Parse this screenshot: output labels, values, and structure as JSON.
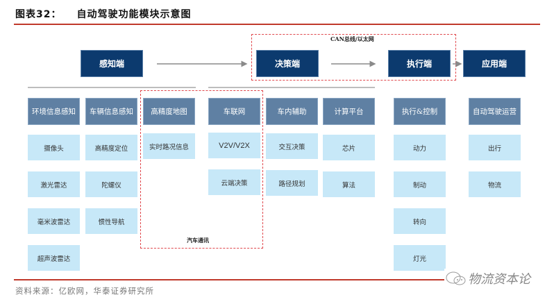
{
  "header": {
    "figure_label": "图表32：",
    "title": "自动驾驶功能模块示意图"
  },
  "colors": {
    "rule": "#c0392b",
    "stage_fill": "#0c3a6e",
    "category_fill": "#5f80a3",
    "item_fill": "#c7e8f8",
    "dashed_border": "#e0474c",
    "connector": "#bdbdbd"
  },
  "stages": [
    {
      "label": "感知端"
    },
    {
      "label": "决策端"
    },
    {
      "label": "执行端"
    },
    {
      "label": "应用端"
    }
  ],
  "groups": {
    "can_bus": {
      "label": "CAN总线/以太网"
    },
    "v2x": {
      "label": "汽车通讯"
    }
  },
  "columns": [
    {
      "category": "环境信息感知",
      "items": [
        "摄像头",
        "激光雷达",
        "毫米波雷达",
        "超声波雷达"
      ]
    },
    {
      "category": "车辆信息感知",
      "items": [
        "高精度定位",
        "陀螺仪",
        "惯性导航"
      ]
    },
    {
      "category": "高精度地图",
      "items": [
        "实时路况信息"
      ]
    },
    {
      "category": "车联网",
      "items": [
        "V2V/V2X",
        "云端决策"
      ]
    },
    {
      "category": "车内辅助",
      "items": [
        "交互决策",
        "路径规划"
      ]
    },
    {
      "category": "计算平台",
      "items": [
        "芯片",
        "算法"
      ]
    },
    {
      "category": "执行&控制",
      "items": [
        "动力",
        "制动",
        "转向",
        "灯光"
      ]
    },
    {
      "category": "自动驾驶运营",
      "items": [
        "出行",
        "物流"
      ]
    }
  ],
  "footer": {
    "source": "资料来源：亿欧网，华泰证券研究所",
    "watermark": "物流资本论"
  }
}
